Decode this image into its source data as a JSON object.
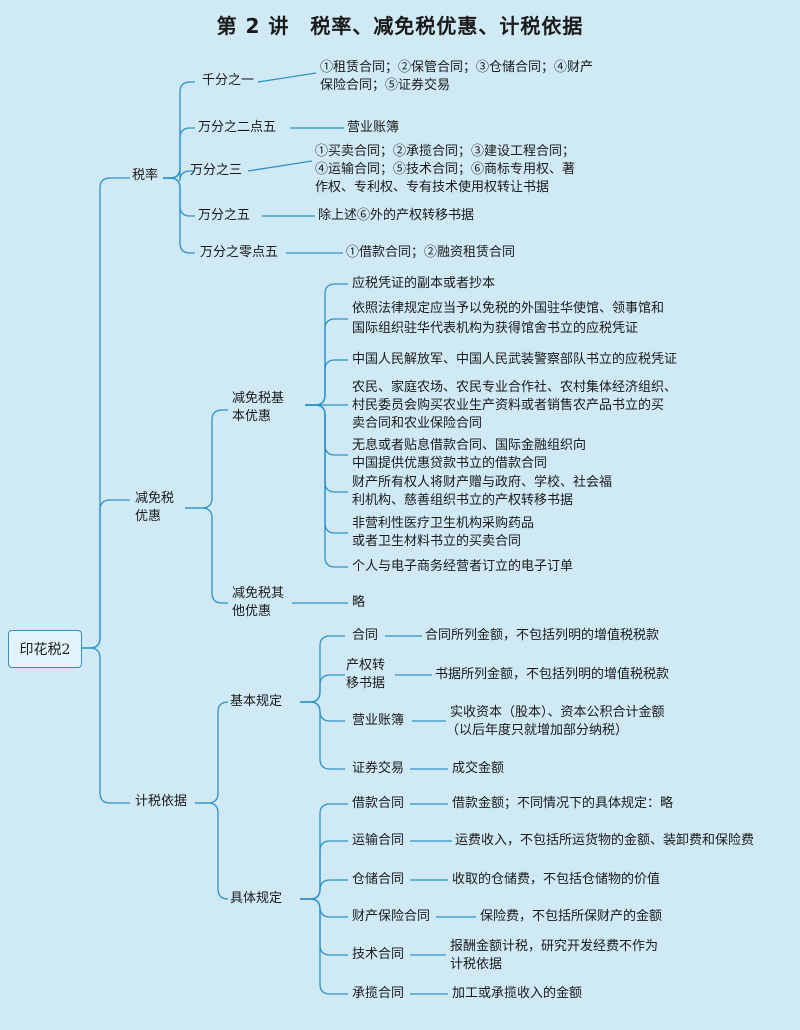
{
  "title": "第 2 讲　税率、减免税优惠、计税依据",
  "root": "印花税2",
  "tax_rate": {
    "label": "税率",
    "items": [
      {
        "rate": "千分之一",
        "detail": [
          "①租赁合同；②保管合同；③仓储合同；④财产",
          "保险合同；⑤证券交易"
        ]
      },
      {
        "rate": "万分之二点五",
        "detail": [
          "营业账簿"
        ]
      },
      {
        "rate": "万分之三",
        "detail": [
          "①买卖合同；②承揽合同；③建设工程合同；",
          "④运输合同；⑤技术合同；⑥商标专用权、著",
          "作权、专利权、专有技术使用权转让书据"
        ]
      },
      {
        "rate": "万分之五",
        "detail": [
          "除上述⑥外的产权转移书据"
        ]
      },
      {
        "rate": "万分之零点五",
        "detail": [
          "①借款合同；②融资租赁合同"
        ]
      }
    ]
  },
  "exemption": {
    "label": [
      "减免税",
      "优惠"
    ],
    "basic_label": [
      "减免税基",
      "本优惠"
    ],
    "basic_items": [
      [
        "应税凭证的副本或者抄本"
      ],
      [
        "依照法律规定应当予以免税的外国驻华使馆、领事馆和",
        "国际组织驻华代表机构为获得馆舍书立的应税凭证"
      ],
      [
        "中国人民解放军、中国人民武装警察部队书立的应税凭证"
      ],
      [
        "农民、家庭农场、农民专业合作社、农村集体经济组织、",
        "村民委员会购买农业生产资料或者销售农产品书立的买",
        "卖合同和农业保险合同"
      ],
      [
        "无息或者贴息借款合同、国际金融组织向",
        "中国提供优惠贷款书立的借款合同"
      ],
      [
        "财产所有权人将财产赠与政府、学校、社会福",
        "利机构、慈善组织书立的产权转移书据"
      ],
      [
        "非营利性医疗卫生机构采购药品",
        "或者卫生材料书立的买卖合同"
      ],
      [
        "个人与电子商务经营者订立的电子订单"
      ]
    ],
    "other_label": [
      "减免税其",
      "他优惠"
    ],
    "other_item": "略"
  },
  "basis": {
    "label": "计税依据",
    "basic_label": "基本规定",
    "basic_items": [
      {
        "name": [
          "合同"
        ],
        "detail": [
          "合同所列金额，不包括列明的增值税税款"
        ]
      },
      {
        "name": [
          "产权转",
          "移书据"
        ],
        "detail": [
          "书据所列金额，不包括列明的增值税税款"
        ]
      },
      {
        "name": [
          "营业账簿"
        ],
        "detail": [
          "实收资本（股本）、资本公积合计金额",
          "（以后年度只就增加部分纳税）"
        ]
      },
      {
        "name": [
          "证券交易"
        ],
        "detail": [
          "成交金额"
        ]
      }
    ],
    "specific_label": "具体规定",
    "specific_items": [
      {
        "name": "借款合同",
        "detail": [
          "借款金额；不同情况下的具体规定：略"
        ]
      },
      {
        "name": "运输合同",
        "detail": [
          "运费收入，不包括所运货物的金额、装卸费和保险费"
        ]
      },
      {
        "name": "仓储合同",
        "detail": [
          "收取的仓储费，不包括仓储物的价值"
        ]
      },
      {
        "name": "财产保险合同",
        "detail": [
          "保险费，不包括所保财产的金额"
        ]
      },
      {
        "name": "技术合同",
        "detail": [
          "报酬金额计税，研究开发经费不作为",
          "计税依据"
        ]
      },
      {
        "name": "承揽合同",
        "detail": [
          "加工或承揽收入的金额"
        ]
      }
    ]
  }
}
